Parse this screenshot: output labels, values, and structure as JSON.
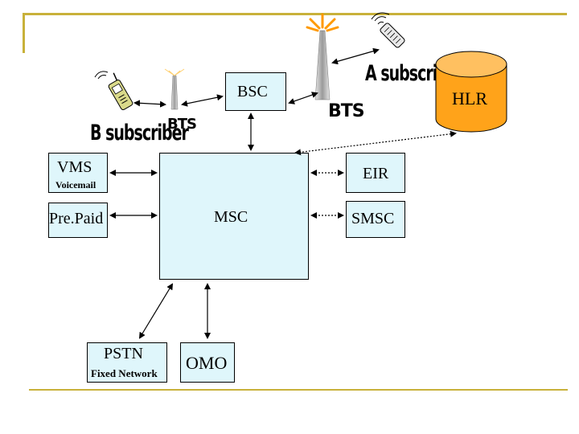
{
  "labels": {
    "bsc": "BSC",
    "hlr": "HLR",
    "vms": "VMS",
    "voicemail": "Voicemail",
    "eir": "EIR",
    "prepaid": "Pre.Paid",
    "msc": "MSC",
    "smsc": "SMSC",
    "pstn": "PSTN",
    "fixed_network": "Fixed Network",
    "omo": "OMO",
    "bts_left": "BTS",
    "bts_right": "BTS",
    "b_subscriber": "B subscriber",
    "a_subscriber": "A subscriber"
  },
  "colors": {
    "frame": "#c8b13a",
    "box_fill": "#dff6fb",
    "hlr_fill": "#ffa31a",
    "hlr_top": "#ffc060",
    "antenna": "#ff9900"
  }
}
